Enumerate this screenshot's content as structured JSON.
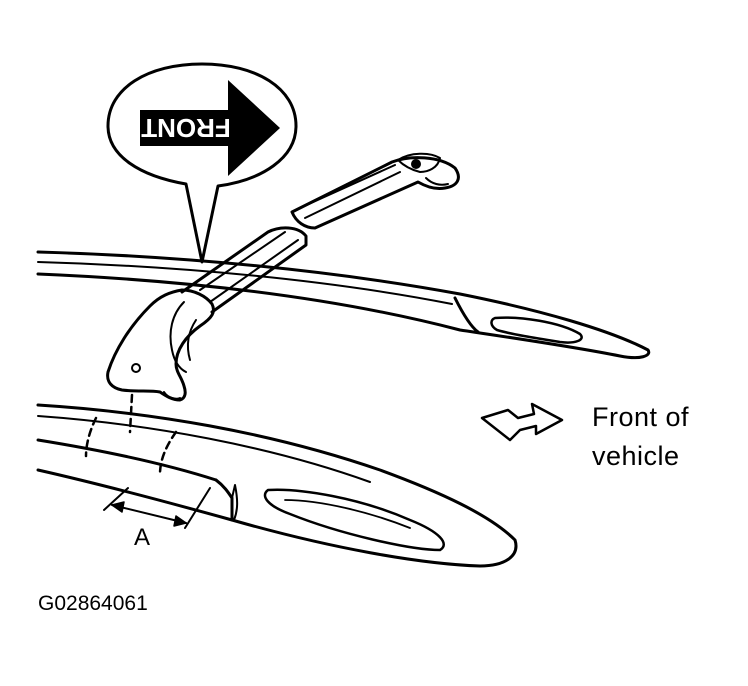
{
  "diagram": {
    "callout_text": "FRONT",
    "direction_label_line1": "Front of",
    "direction_label_line2": "vehicle",
    "dimension_label": "A",
    "figure_id": "G02864061"
  },
  "colors": {
    "ink": "#000000",
    "paper": "#ffffff"
  },
  "icons": [
    "front-direction-arrow-icon",
    "hollow-direction-arrow-icon"
  ]
}
